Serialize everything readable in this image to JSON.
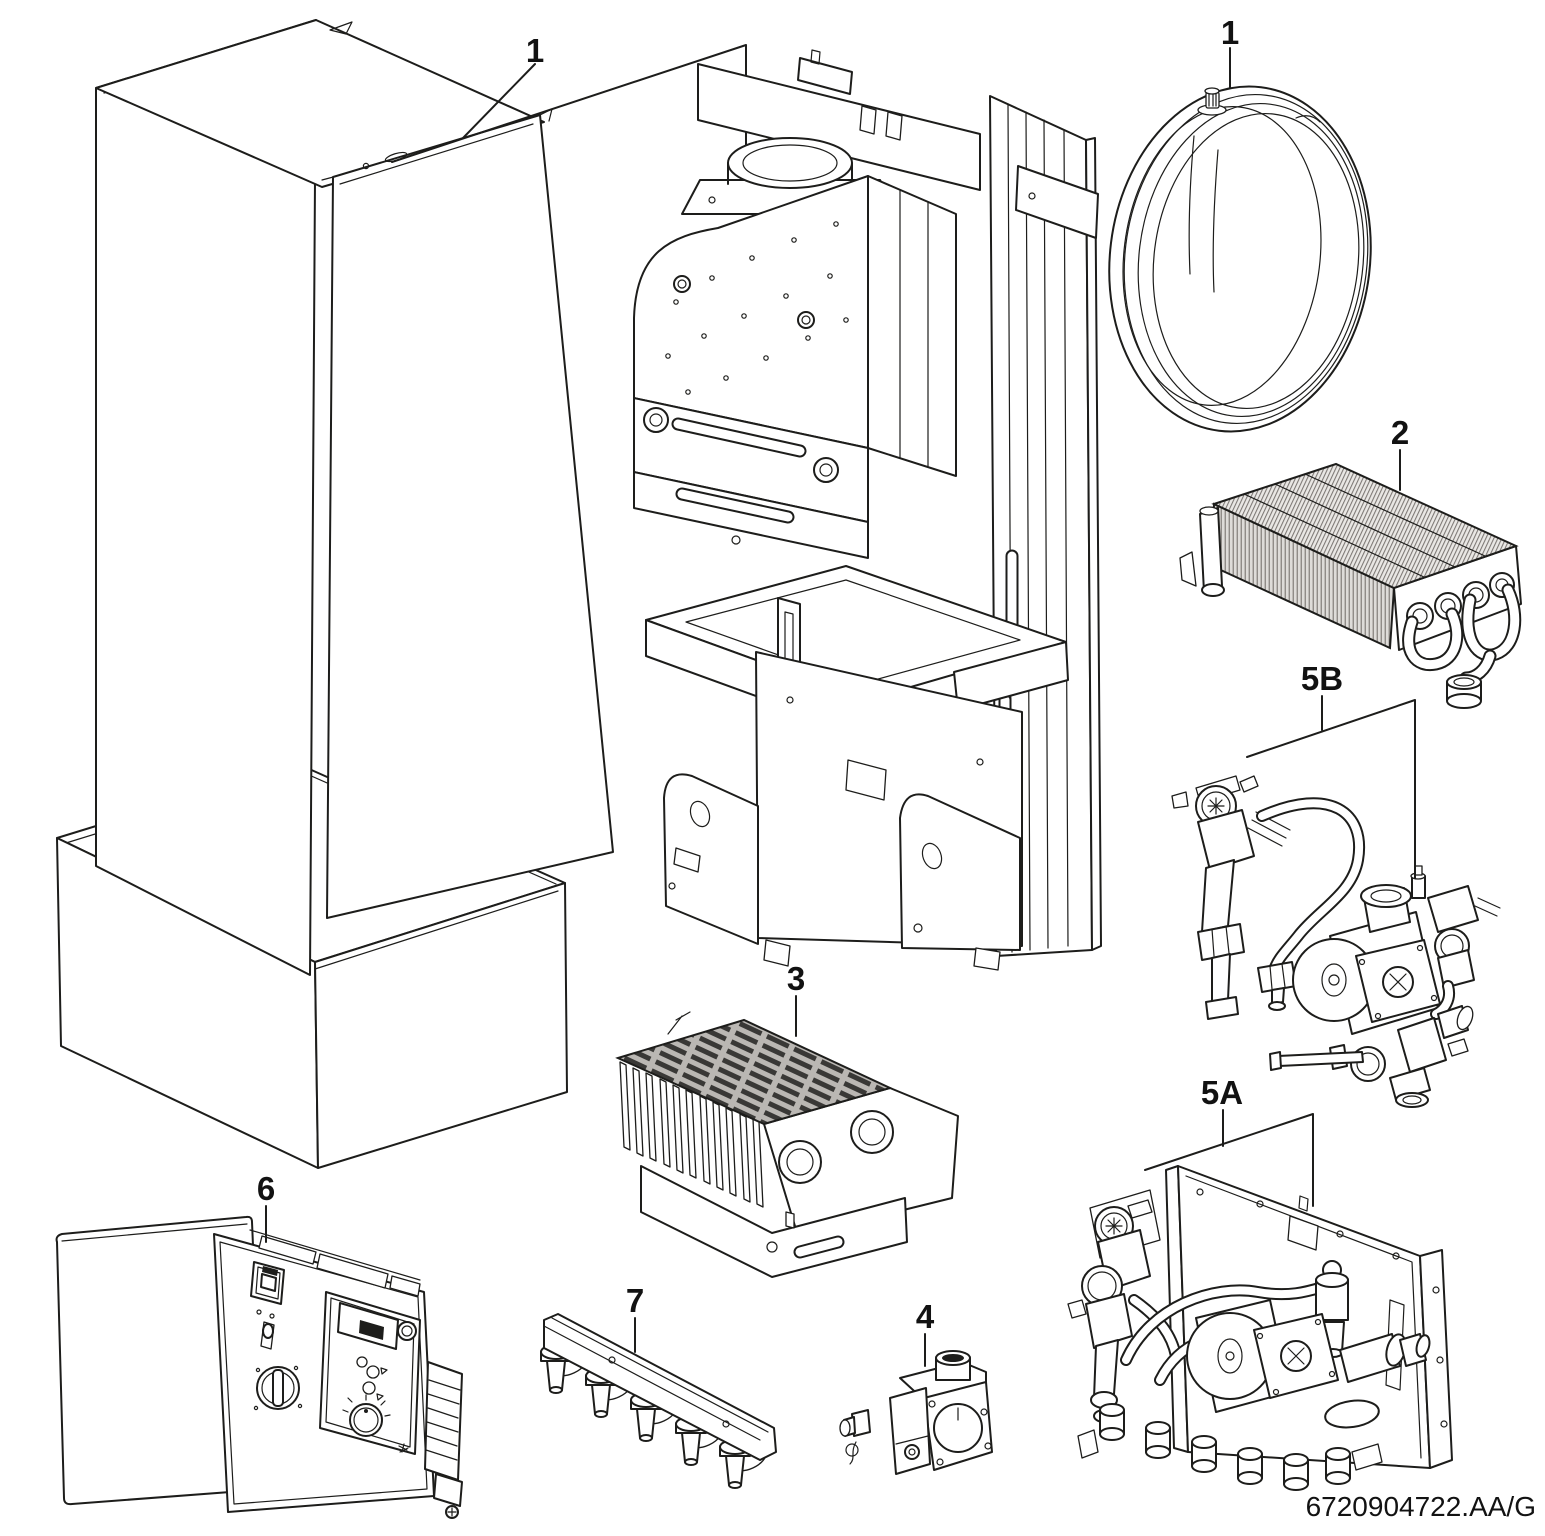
{
  "diagram": {
    "background_color": "#ffffff",
    "line_color": "#1d1d1b",
    "document_number": "6720904722.AA/G",
    "part_labels": {
      "casing": "1",
      "expansion_vessel": "1",
      "heat_exchanger": "2",
      "burner": "3",
      "gas_valve": "4",
      "hydraulic_assembly_a": "5A",
      "hydraulic_assembly_b": "5B",
      "control_panel": "6",
      "injector_manifold": "7"
    }
  }
}
